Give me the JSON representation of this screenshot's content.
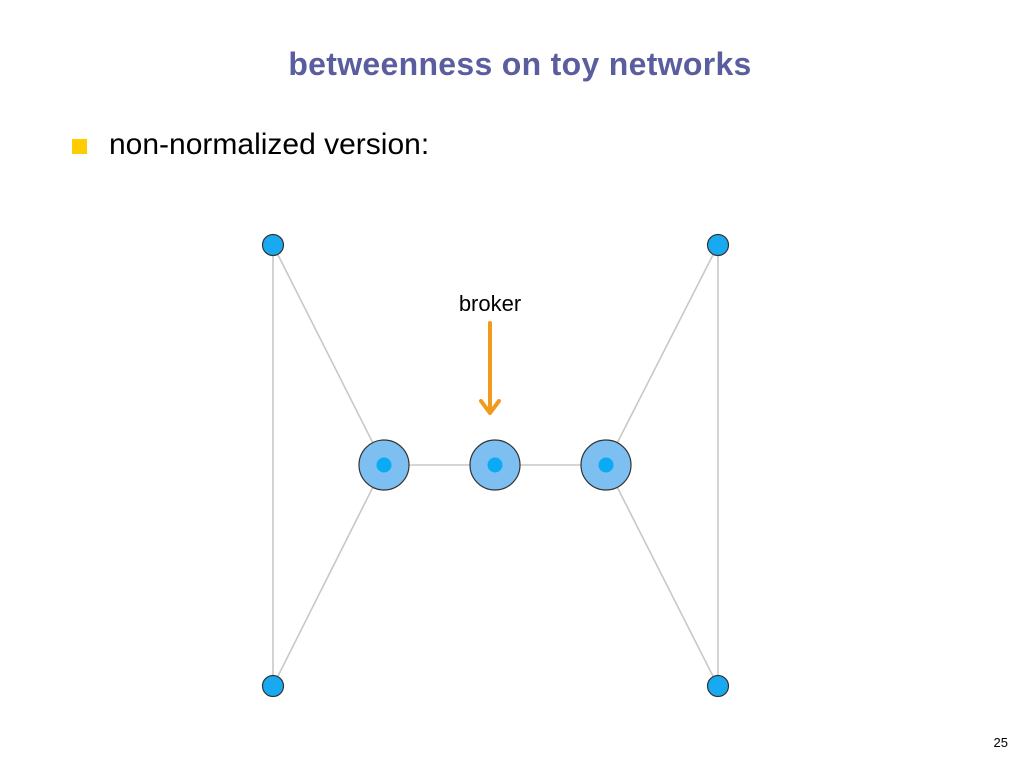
{
  "title": "betweenness on toy networks",
  "bullet": {
    "text": "non-normalized version:"
  },
  "diagram": {
    "annotation_label": "broker",
    "nodes": [
      {
        "id": "top-left",
        "kind": "small"
      },
      {
        "id": "bottom-left",
        "kind": "small"
      },
      {
        "id": "center-left",
        "kind": "large"
      },
      {
        "id": "center-middle",
        "kind": "large"
      },
      {
        "id": "center-right",
        "kind": "large"
      },
      {
        "id": "top-right",
        "kind": "small"
      },
      {
        "id": "bottom-right",
        "kind": "small"
      }
    ],
    "edges": [
      [
        "top-left",
        "bottom-left"
      ],
      [
        "top-left",
        "center-left"
      ],
      [
        "bottom-left",
        "center-left"
      ],
      [
        "center-left",
        "center-middle"
      ],
      [
        "center-middle",
        "center-right"
      ],
      [
        "center-right",
        "top-right"
      ],
      [
        "center-right",
        "bottom-right"
      ],
      [
        "top-right",
        "bottom-right"
      ]
    ],
    "broker_node": "center-middle"
  },
  "page_number": "25",
  "colors": {
    "title": "#5b5e9e",
    "bullet": "#ffcc00",
    "edge": "#c8c8c8",
    "node_fill_large": "#7dbff0",
    "node_fill_small": "#19a9f0",
    "node_core": "#0aaaf5",
    "node_stroke": "#333333",
    "arrow": "#f29a1d"
  }
}
